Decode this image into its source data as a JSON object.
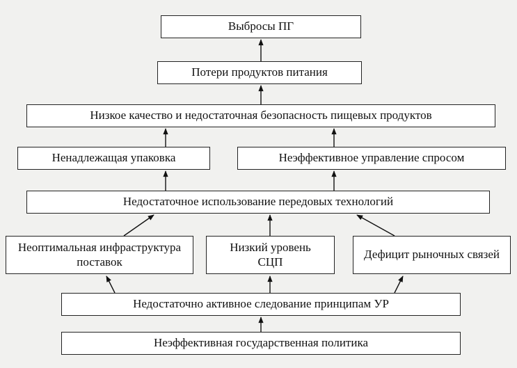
{
  "diagram": {
    "title": "Cause-effect flowchart of food losses and GHG emissions",
    "boxes": {
      "ghg": "Выбросы ПГ",
      "food_losses": "Потери продуктов питания",
      "low_quality": "Низкое качество и недостаточная безопасность пищевых продуктов",
      "packaging": "Ненадлежащая упаковка",
      "demand": "Неэффективное управление спросом",
      "technology": "Недостаточное использование передовых технологий",
      "infrastructure": "Неоптимальная инфраструктура поставок",
      "scp": "Низкий уровень СЦП",
      "market": "Дефицит рыночных связей",
      "sd_principles": "Недостаточно активное следование принципам УР",
      "policy": "Неэффективная государственная политика"
    },
    "colors": {
      "background": "#f1f1ef",
      "box_fill": "#ffffff",
      "box_border": "#222222",
      "arrow": "#111111"
    }
  }
}
